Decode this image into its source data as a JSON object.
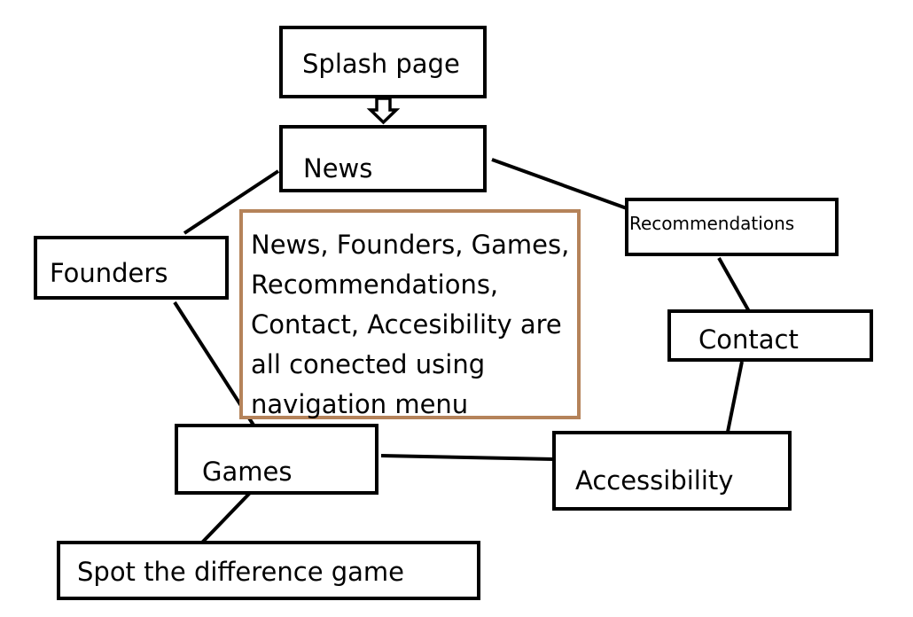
{
  "diagram": {
    "nodes": {
      "splash": "Splash page",
      "news": "News",
      "founders": "Founders",
      "recommendations": "Recommendations",
      "contact": "Contact",
      "games": "Games",
      "accessibility": "Accessibility",
      "spot": "Spot the difference game"
    },
    "note": "News, Founders, Games,\nRecommendations,\nContact, Accesibility are\nall conected using\nnavigation menu",
    "colors": {
      "box_border": "#000000",
      "note_border": "#b5835a"
    }
  }
}
